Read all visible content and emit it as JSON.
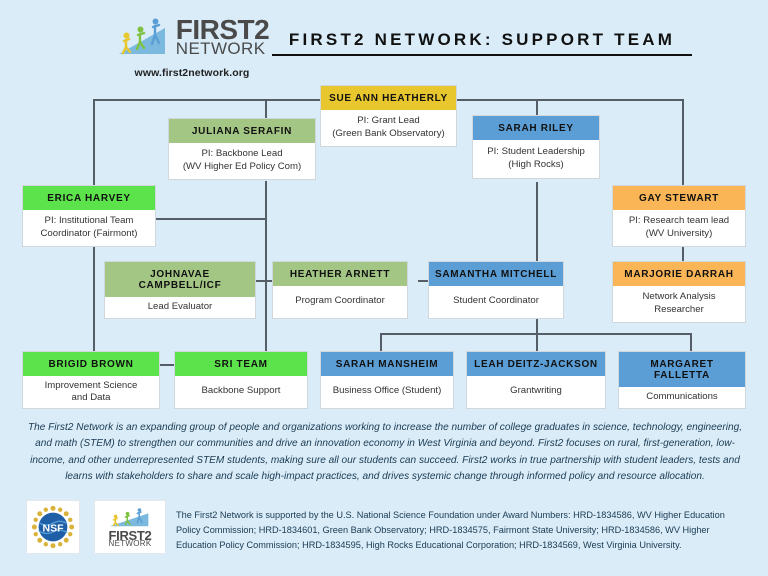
{
  "page": {
    "background_color": "#d9ecf8",
    "title": "FIRST2 NETWORK: SUPPORT TEAM"
  },
  "brand": {
    "logo_name": "first2-network-logo",
    "word_first2": "FIRST2",
    "word_network": "NETWORK",
    "url": "www.first2network.org"
  },
  "colors": {
    "yellow": "#e8c72e",
    "muted_green": "#a3c684",
    "bright_green": "#5ce24b",
    "blue": "#5b9ed6",
    "orange": "#f9b556",
    "background": "#d9ecf8",
    "connector": "#555e66"
  },
  "org_chart": {
    "nodes": [
      {
        "id": "sue-ann-heatherly",
        "name": "SUE ANN HEATHERLY",
        "role": "PI: Grant Lead\n(Green Bank Observatory)",
        "role_line1": "PI: Grant Lead",
        "role_line2": "(Green Bank Observatory)",
        "color": "yellow"
      },
      {
        "id": "juliana-serafin",
        "name": "JULIANA SERAFIN",
        "role_line1": "PI: Backbone Lead",
        "role_line2": "(WV Higher Ed Policy Com)",
        "color": "muted_green"
      },
      {
        "id": "sarah-riley",
        "name": "SARAH RILEY",
        "role_line1": "PI: Student Leadership",
        "role_line2": "(High Rocks)",
        "color": "blue"
      },
      {
        "id": "erica-harvey",
        "name": "ERICA HARVEY",
        "role_line1": "PI: Institutional Team",
        "role_line2": "Coordinator (Fairmont)",
        "color": "bright_green"
      },
      {
        "id": "gay-stewart",
        "name": "GAY STEWART",
        "role_line1": "PI: Research team lead",
        "role_line2": "(WV University)",
        "color": "orange"
      },
      {
        "id": "johnavae-campbell-icf",
        "name": "JOHNAVAE CAMPBELL/ICF",
        "role_line1": "Lead Evaluator",
        "role_line2": "",
        "color": "muted_green"
      },
      {
        "id": "heather-arnett",
        "name": "HEATHER ARNETT",
        "role_line1": "Program Coordinator",
        "role_line2": "",
        "color": "muted_green"
      },
      {
        "id": "samantha-mitchell",
        "name": "SAMANTHA MITCHELL",
        "role_line1": "Student Coordinator",
        "role_line2": "",
        "color": "blue"
      },
      {
        "id": "marjorie-darrah",
        "name": "MARJORIE DARRAH",
        "role_line1": "Network Analysis",
        "role_line2": "Researcher",
        "color": "orange"
      },
      {
        "id": "brigid-brown",
        "name": "BRIGID BROWN",
        "role_line1": "Improvement Science",
        "role_line2": "and Data",
        "color": "bright_green"
      },
      {
        "id": "sri-team",
        "name": "SRI TEAM",
        "role_line1": "Backbone Support",
        "role_line2": "",
        "color": "bright_green"
      },
      {
        "id": "sarah-mansheim",
        "name": "SARAH MANSHEIM",
        "role_line1": "Business Office (Student)",
        "role_line2": "",
        "color": "blue"
      },
      {
        "id": "leah-deitz-jackson",
        "name": "LEAH DEITZ-JACKSON",
        "role_line1": "Grantwriting",
        "role_line2": "",
        "color": "blue"
      },
      {
        "id": "margaret-falletta",
        "name": "MARGARET FALLETTA",
        "role_line1": "Communications",
        "role_line2": "",
        "color": "blue"
      }
    ]
  },
  "mission": {
    "text": "The First2 Network is an expanding group of people and organizations working to increase the number of college graduates in science, technology, engineering, and math (STEM) to strengthen our communities and drive an innovation economy in West Virginia and beyond. First2 focuses on rural, first-generation, low-income, and other underrepresented STEM students, making sure all our students can succeed. First2 works in true partnership with student leaders, tests and learns with stakeholders to share and scale high-impact practices, and drives systemic change through informed policy and resource allocation."
  },
  "footer": {
    "nsf_logo_name": "nsf-seal-logo",
    "nsf_label": "NSF",
    "first2_logo_name": "first2-network-footer-logo",
    "first2_word": "FIRST2",
    "network_word": "NETWORK",
    "funding_text": "The First2 Network is supported by the U.S. National Science Foundation under Award Numbers: HRD-1834586, WV Higher Education Policy Commission; HRD-1834601, Green Bank Observatory; HRD-1834575, Fairmont State University; HRD-1834586, WV Higher Education Policy Commission; HRD-1834595, High Rocks Educational Corporation; HRD-1834569, West Virginia University."
  }
}
